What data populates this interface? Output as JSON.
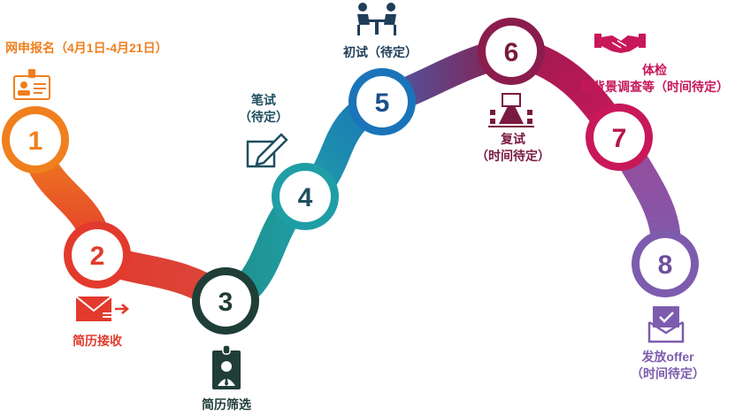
{
  "steps": [
    {
      "number": "1",
      "color": "#f07f1e",
      "label": [
        "网申报名（4月1日-4月21日）"
      ],
      "icon": "id-card-icon"
    },
    {
      "number": "2",
      "color": "#e23a2d",
      "label": [
        "简历接收"
      ],
      "icon": "mail-send-icon"
    },
    {
      "number": "3",
      "color": "#1f3e38",
      "label": [
        "简历筛选"
      ],
      "icon": "badge-person-icon"
    },
    {
      "number": "4",
      "color": "#1f9ea6",
      "label": [
        "笔试",
        "（待定）"
      ],
      "icon": "pen-write-icon"
    },
    {
      "number": "5",
      "color": "#1a74b9",
      "label": [
        "初试（待定）"
      ],
      "icon": "interview-table-icon"
    },
    {
      "number": "6",
      "color": "#8a1d4d",
      "label": [
        "复试",
        "（时间待定）"
      ],
      "icon": "meeting-room-icon"
    },
    {
      "number": "7",
      "color": "#c8185a",
      "label": [
        "体检",
        "和背景调查等（时间待定）"
      ],
      "icon": "handshake-icon"
    },
    {
      "number": "8",
      "color": "#7d5cae",
      "label": [
        "发放offer",
        "（时间待定）"
      ],
      "icon": "offer-envelope-icon"
    }
  ]
}
